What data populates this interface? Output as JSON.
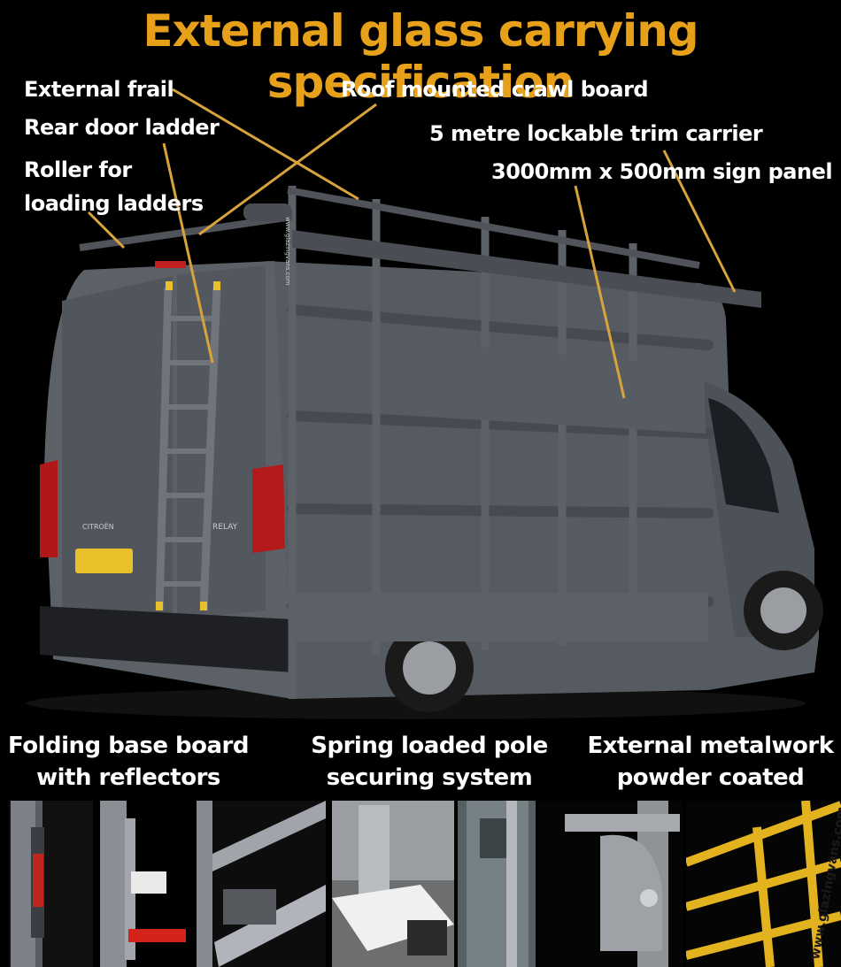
{
  "title": "External glass carrying specification",
  "labels": {
    "external_frail": "External frail",
    "rear_door_ladder": "Rear door ladder",
    "roller_line1": "Roller for",
    "roller_line2": "loading ladders",
    "roof_crawl_board": "Roof mounted crawl board",
    "trim_carrier": "5 metre lockable trim carrier",
    "sign_panel": "3000mm x 500mm sign panel"
  },
  "van": {
    "badge_brand": "CITROËN",
    "badge_model": "RELAY",
    "frame_text": "www.glazingvans.com",
    "body_color": "#5a5f66",
    "frame_color": "#6b7077"
  },
  "captions": {
    "folding_line1": "Folding base board",
    "folding_line2": "with reflectors",
    "spring_line1": "Spring loaded pole",
    "spring_line2": "securing system",
    "metal_line1": "External metalwork",
    "metal_line2": "powder coated"
  },
  "photos": {
    "yellow_frame_text": "www.glazingvans.com"
  },
  "colors": {
    "accent": "#e6a01a",
    "leader_line": "#d8a33a"
  }
}
